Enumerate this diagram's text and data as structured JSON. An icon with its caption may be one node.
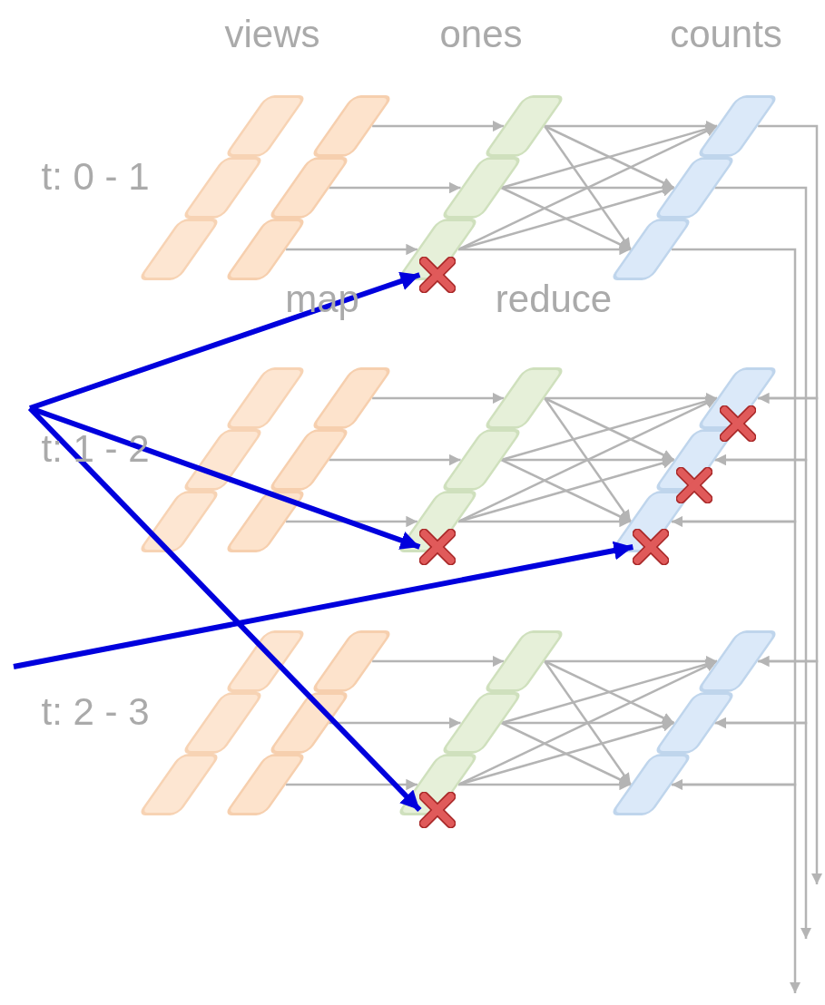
{
  "diagram": {
    "nodes": [
      {
        "text": [],
        "shape": "box"
      },
      {
        "text": [],
        "shape": "box"
      },
      {
        "text": [],
        "shape": "box"
      },
      {
        "text": [],
        "shape": "box"
      },
      {
        "text": [],
        "shape": "box"
      },
      {
        "text": [],
        "shape": "box"
      },
      {
        "text": [],
        "shape": "box"
      },
      {
        "text": [],
        "shape": "box"
      },
      {
        "text": [],
        "shape": "box"
      },
      {
        "text": [],
        "shape": "cross"
      },
      {
        "text": [],
        "shape": "box"
      },
      {
        "text": [],
        "shape": "box"
      },
      {
        "text": [],
        "shape": "box"
      },
      {
        "text": [],
        "shape": "box"
      },
      {
        "text": [],
        "shape": "box"
      },
      {
        "text": [],
        "shape": "box"
      },
      {
        "text": [],
        "shape": "box"
      },
      {
        "text": [],
        "shape": "box"
      },
      {
        "text": [],
        "shape": "box"
      },
      {
        "text": [],
        "shape": "box"
      },
      {
        "text": [],
        "shape": "box"
      },
      {
        "text": [],
        "shape": "box"
      },
      {
        "text": [],
        "shape": "cross"
      },
      {
        "text": [],
        "shape": "box"
      },
      {
        "text": [],
        "shape": "box"
      },
      {
        "text": [],
        "shape": "box"
      },
      {
        "text": [],
        "shape": "cross"
      },
      {
        "text": [],
        "shape": "cross"
      },
      {
        "text": [],
        "shape": "cross"
      },
      {
        "text": [],
        "shape": "box"
      },
      {
        "text": [],
        "shape": "box"
      },
      {
        "text": [],
        "shape": "box"
      },
      {
        "text": [],
        "shape": "box"
      },
      {
        "text": [],
        "shape": "box"
      },
      {
        "text": [],
        "shape": "box"
      },
      {
        "text": [],
        "shape": "box"
      },
      {
        "text": [],
        "shape": "box"
      },
      {
        "text": [],
        "shape": "box"
      },
      {
        "text": [],
        "shape": "cross"
      },
      {
        "text": [],
        "shape": "box"
      },
      {
        "text": [],
        "shape": "box"
      },
      {
        "text": [],
        "shape": "box"
      }
    ],
    "edges": [
      {
        "from": 3,
        "to": 6,
        "arrow": "to"
      },
      {
        "from": 4,
        "to": 7,
        "arrow": "to"
      },
      {
        "from": 5,
        "to": 8,
        "arrow": "to"
      },
      {
        "from": 6,
        "to": 10,
        "arrow": "to"
      },
      {
        "from": 6,
        "to": 11,
        "arrow": "to"
      },
      {
        "from": 6,
        "to": 12,
        "arrow": "to"
      },
      {
        "from": 7,
        "to": 10,
        "arrow": "to"
      },
      {
        "from": 7,
        "to": 11,
        "arrow": "to"
      },
      {
        "from": 7,
        "to": 12,
        "arrow": "to"
      },
      {
        "from": 8,
        "to": 10,
        "arrow": "to"
      },
      {
        "from": 8,
        "to": 11,
        "arrow": "to"
      },
      {
        "from": 8,
        "to": 12,
        "arrow": "to"
      },
      {
        "from": 16,
        "to": 19,
        "arrow": "to"
      },
      {
        "from": 17,
        "to": 20,
        "arrow": "to"
      },
      {
        "from": 18,
        "to": 21,
        "arrow": "to"
      },
      {
        "from": 19,
        "to": 23,
        "arrow": "to"
      },
      {
        "from": 19,
        "to": 24,
        "arrow": "to"
      },
      {
        "from": 19,
        "to": 25,
        "arrow": "to"
      },
      {
        "from": 20,
        "to": 23,
        "arrow": "to"
      },
      {
        "from": 20,
        "to": 24,
        "arrow": "to"
      },
      {
        "from": 20,
        "to": 25,
        "arrow": "to"
      },
      {
        "from": 21,
        "to": 23,
        "arrow": "to"
      },
      {
        "from": 21,
        "to": 24,
        "arrow": "to"
      },
      {
        "from": 21,
        "to": 25,
        "arrow": "to"
      },
      {
        "from": 32,
        "to": 35,
        "arrow": "to"
      },
      {
        "from": 33,
        "to": 36,
        "arrow": "to"
      },
      {
        "from": 34,
        "to": 37,
        "arrow": "to"
      },
      {
        "from": 35,
        "to": 39,
        "arrow": "to"
      },
      {
        "from": 35,
        "to": 40,
        "arrow": "to"
      },
      {
        "from": 35,
        "to": 41,
        "arrow": "to"
      },
      {
        "from": 36,
        "to": 39,
        "arrow": "to"
      },
      {
        "from": 36,
        "to": 40,
        "arrow": "to"
      },
      {
        "from": 36,
        "to": 41,
        "arrow": "to"
      },
      {
        "from": 37,
        "to": 39,
        "arrow": "to"
      },
      {
        "from": 37,
        "to": 40,
        "arrow": "to"
      },
      {
        "from": 37,
        "to": 41,
        "arrow": "to"
      },
      {
        "from": 10,
        "to": 23,
        "arrow": "to"
      },
      {
        "from": 11,
        "to": 24,
        "arrow": "to"
      },
      {
        "from": 12,
        "to": 25,
        "arrow": "to"
      },
      {
        "from": 23,
        "to": 39,
        "arrow": "to"
      },
      {
        "from": 24,
        "to": 40,
        "arrow": "to"
      },
      {
        "from": 25,
        "to": 41,
        "arrow": "to"
      },
      {
        "from": 39,
        "to": null,
        "arrow": "to"
      },
      {
        "from": 40,
        "to": null,
        "arrow": "to"
      },
      {
        "from": 41,
        "to": null,
        "arrow": "to"
      },
      {
        "from": null,
        "to": 9,
        "arrow": "to",
        "style": "thick",
        "color": "#0000dd"
      },
      {
        "from": null,
        "to": 22,
        "arrow": "to",
        "style": "thick",
        "color": "#0000dd"
      },
      {
        "from": null,
        "to": 38,
        "arrow": "to",
        "style": "thick",
        "color": "#0000dd"
      },
      {
        "from": null,
        "to": 28,
        "arrow": "to",
        "style": "thick",
        "color": "#0000dd"
      }
    ],
    "labels": [
      "views",
      "ones",
      "counts",
      "t: 0 - 1",
      "map",
      "reduce",
      "t: 1 - 2",
      "t: 2 - 3"
    ]
  }
}
